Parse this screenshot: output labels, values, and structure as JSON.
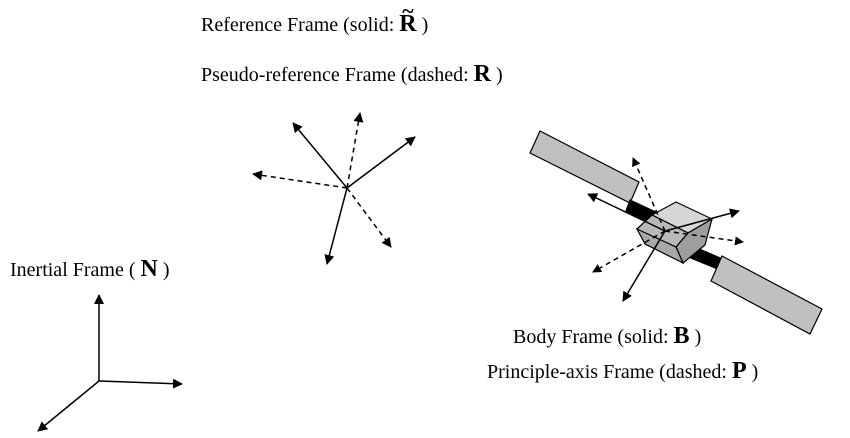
{
  "labels": {
    "reference": {
      "prefix": "Reference Frame (solid: ",
      "symbol": "R",
      "suffix": " )"
    },
    "pseudo": {
      "prefix": "Pseudo-reference Frame (dashed: ",
      "symbol": "R",
      "suffix": " )"
    },
    "inertial": {
      "prefix": "Inertial Frame ( ",
      "symbol": "N",
      "suffix": " )"
    },
    "body": {
      "prefix": "Body Frame (solid: ",
      "symbol": "B",
      "suffix": " )"
    },
    "principal": {
      "prefix": "Principle-axis Frame (dashed: ",
      "symbol": "P",
      "suffix": " )"
    }
  },
  "colors": {
    "stroke": "#000000",
    "panel_fill": "#c0c0c0",
    "body_fill": "#b8b8b8"
  }
}
